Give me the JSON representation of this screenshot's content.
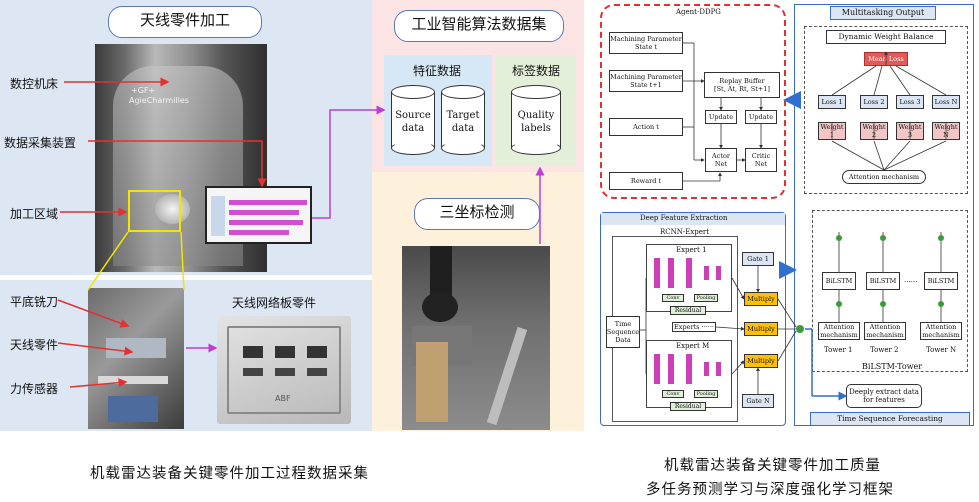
{
  "left": {
    "machining_title": "天线零件加工",
    "labels": {
      "cnc": "数控机床",
      "data_acq": "数据采集装置",
      "machining_area": "加工区域",
      "flat_cutter": "平底铣刀",
      "antenna_part": "天线零件",
      "force_sensor": "力传感器"
    },
    "panel_part_title": "天线网络板零件",
    "machine_brand": "AgieCharmilles",
    "machine_logo": "+GF+",
    "part_stamp": "ABF",
    "dataset_title": "工业智能算法数据集",
    "feature_title": "特征数据",
    "label_title": "标签数据",
    "source": "Source data",
    "target": "Target data",
    "quality": "Quality labels",
    "cmm_title": "三坐标检测",
    "caption": "机载雷达装备关键零件加工过程数据采集"
  },
  "right": {
    "agent_title": "Agent-DDPG",
    "state_t": "Machining Parameter State t",
    "state_t1": "Machining Parameter State t+1",
    "action": "Action t",
    "reward": "Reward t",
    "replay_title": "Replay Buffer",
    "replay_tuple": "[St, At, Rt, St+1]",
    "update": "Update",
    "actor": "Actor Net",
    "critic": "Critic Net",
    "deep_title": "Deep Feature Extraction",
    "rcnn": "RCNN-Expert",
    "expert1": "Expert 1",
    "expertM": "Expert M",
    "experts": "Experts ······",
    "conv": "Conv",
    "pooling": "Pooling",
    "residual": "Residual",
    "time_input": "Time Sequence Data",
    "gate1": "Gate 1",
    "gateN": "Gate N",
    "multiply": "Multiply",
    "multitask_title": "Multitasking Output",
    "dwb_title": "Dynamic Weight Balance",
    "mean_loss": "Mean Loss",
    "loss": [
      "Loss 1",
      "Loss 2",
      "Loss 3",
      "Loss N"
    ],
    "weight": [
      "Weight 1",
      "Weight 2",
      "Weight 3",
      "Weight N"
    ],
    "attention": "Attention mechanism",
    "bilstm": "BiLSTM",
    "att_short": "Attention mechanism",
    "towers": [
      "Tower 1",
      "Tower 2",
      "Tower N"
    ],
    "dots": "······",
    "bilstm_tower": "BiLSTM-Tower",
    "deeply": "Deeply extract data for features",
    "tsf": "Time Sequence Forecasting",
    "caption1": "机载雷达装备关键零件加工质量",
    "caption2": "多任务预测学习与深度强化学习框架"
  },
  "colors": {
    "left_bg": "#dde6f3",
    "dataset_bg": "#fbe4e3",
    "cmm_bg": "#fdf1dc",
    "feature_bg": "#d6e7f5",
    "label_bg": "#e4efd9",
    "arrow_red": "#e53030",
    "arrow_purple": "#c03cd8",
    "gate": "#ffc000",
    "dwb_red": "#e05a5a",
    "blue_arrow": "#2f6fd0"
  }
}
